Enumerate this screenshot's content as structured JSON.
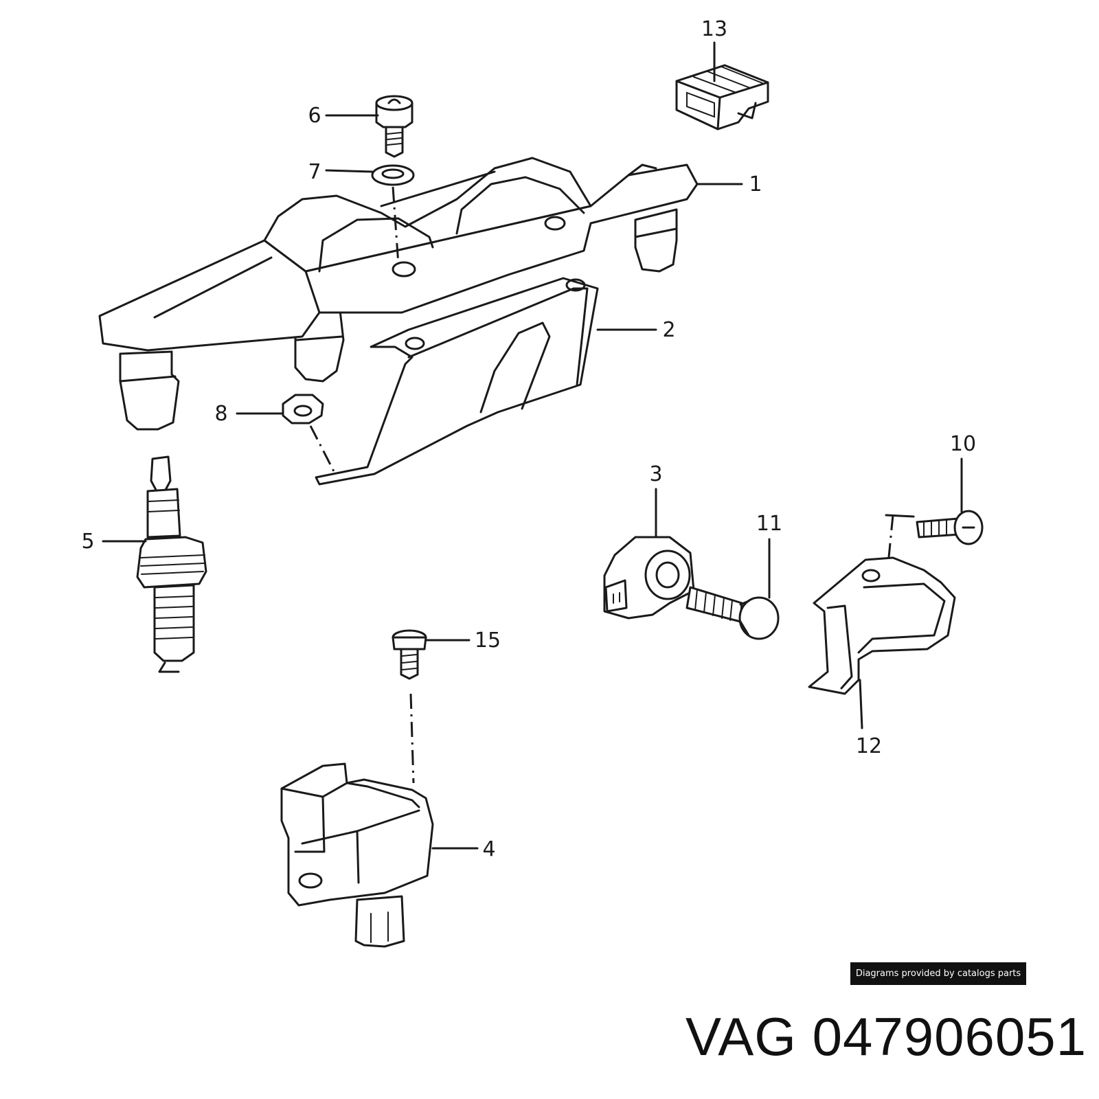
{
  "credit": "Diagrams provided by catalogs parts",
  "title": {
    "brand": "VAG",
    "part_number": "047906051"
  },
  "callouts": {
    "c1": "1",
    "c2": "2",
    "c3": "3",
    "c4": "4",
    "c5": "5",
    "c6": "6",
    "c7": "7",
    "c8": "8",
    "c10": "10",
    "c11": "11",
    "c12": "12",
    "c13": "13",
    "c15": "15"
  }
}
